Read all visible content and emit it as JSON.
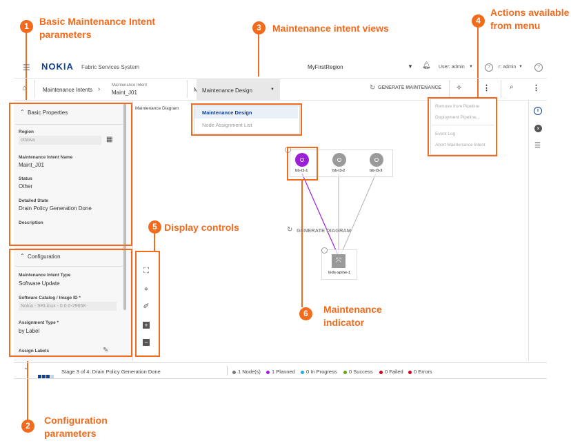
{
  "callouts": [
    {
      "num": "1",
      "text": "Basic Maintenance Intent parameters"
    },
    {
      "num": "2",
      "text": "Configuration parameters"
    },
    {
      "num": "3",
      "text": "Maintenance intent views"
    },
    {
      "num": "4",
      "text": "Actions available from menu"
    },
    {
      "num": "5",
      "text": "Display controls"
    },
    {
      "num": "6",
      "text": "Maintenance indicator"
    }
  ],
  "header": {
    "menu_icon": "hamburger-icon",
    "brand": "NOKIA",
    "app_name": "Fabric Services System",
    "region": "MyFirstRegion",
    "user_label": "User: admin",
    "user_label_2": "r: admin"
  },
  "breadcrumb": {
    "home_icon": "home-icon",
    "item1": "Maintenance Intents",
    "item2_caption": "Maintenance Intent",
    "item2": "Maint_J01",
    "item3": "M",
    "view_select": "Maintenance Design"
  },
  "toolbar": {
    "generate_maintenance": "GENERATE MAINTENANCE"
  },
  "views_menu": {
    "items": [
      "Maintenance Design",
      "Node Assignment List"
    ]
  },
  "actions_menu": {
    "items": [
      "Remove from Pipeline",
      "Deployment Pipeline...",
      "Event Log",
      "Abort Maintenance Intent"
    ]
  },
  "basic_properties": {
    "title": "Basic Properties",
    "region_label": "Region",
    "region_value": "ottawa",
    "name_label": "Maintenance Intent Name",
    "name_value": "Maint_J01",
    "status_label": "Status",
    "status_value": "Other",
    "detailed_state_label": "Detailed State",
    "detailed_state_value": "Drain Policy Generation Done",
    "description_label": "Description"
  },
  "configuration": {
    "title": "Configuration",
    "type_label": "Maintenance Intent Type",
    "type_value": "Software Update",
    "catalog_label": "Software Catalog / Image ID *",
    "catalog_value": "Nokia - SRLinux - 0.0.0-29658",
    "assignment_label": "Assignment Type *",
    "assignment_value": "by Label",
    "assign_labels": "Assign Labels"
  },
  "diagram": {
    "tab_label": "Maintenance Diagram",
    "nodes": [
      "bb-t3-1",
      "bb-t3-2",
      "bb-t3-3"
    ],
    "spine": "leds-spine-1",
    "generate_diagram": "GENERATE DIAGRAM"
  },
  "status_bar": {
    "stage": "Stage 3 of 4: Drain Policy Generation Done",
    "nodes": "1 Node(s)",
    "planned": "1 Planned",
    "in_progress": "0 In Progress",
    "success": "0 Success",
    "failed": "0 Failed",
    "errors": "0 Errors"
  },
  "colors": {
    "accent": "#f26a1b",
    "planned": "#9b1fd9",
    "nokia_blue": "#124191"
  }
}
